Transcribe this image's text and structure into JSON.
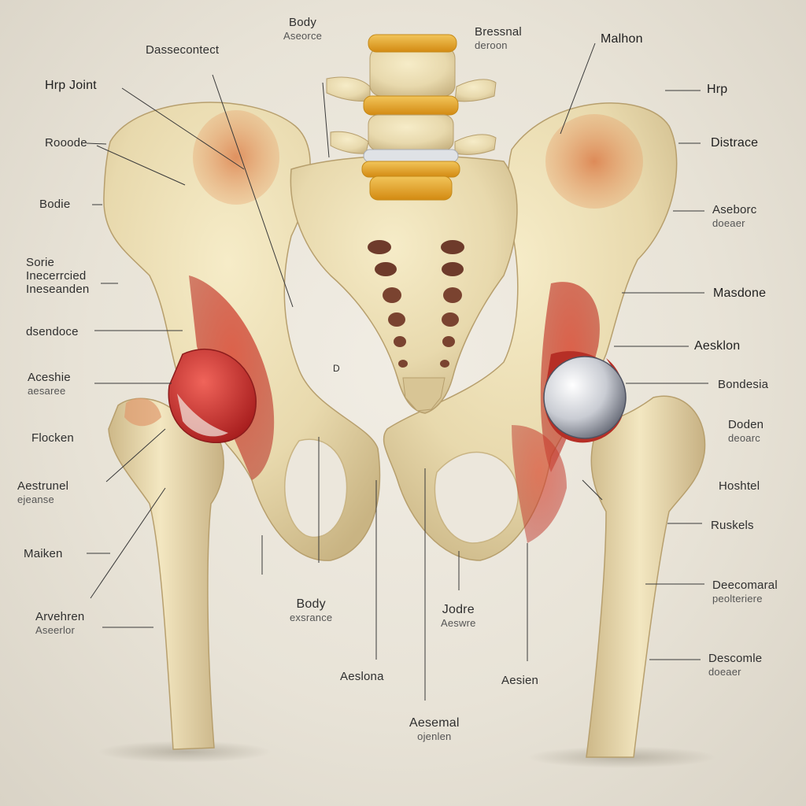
{
  "colors": {
    "bone": "#e7d9ad",
    "muscle": "#c8382c",
    "disc": "#e5a21a",
    "cartilage": "#d2d6dc"
  },
  "labels": {
    "body_top": "Body",
    "body_top_sub": "Aseorce",
    "dassecontect": "Dassecontect",
    "bressnal": "Bressnal",
    "bressnal_sub": "deroon",
    "malhon": "Malhon",
    "hrp_joint": "Hrp Joint",
    "hrp": "Hrp",
    "rooode": "Rooode",
    "distrace": "Distrace",
    "bodie": "Bodie",
    "aseborc": "Aseborc",
    "aseborc_sub": "doeaer",
    "sorie_1": "Sorie",
    "sorie_2": "Inecerrcied",
    "sorie_3": "Ineseanden",
    "masdone": "Masdone",
    "dsendoce": "dsendoce",
    "aesklon": "Aesklon",
    "aceshie": "Aceshie",
    "aceshie_sub": "aesaree",
    "bondesia": "Bondesia",
    "flocken": "Flocken",
    "doden": "Doden",
    "doden_sub": "deoarc",
    "aestrunel": "Aestrunel",
    "aestrunel_sub": "ejeanse",
    "hoshtel": "Hoshtel",
    "ruskels": "Ruskels",
    "maiken": "Maiken",
    "body_mid": "Body",
    "body_mid_sub": "exsrance",
    "jodre": "Jodre",
    "jodre_sub": "Aeswre",
    "arvehren": "Arvehren",
    "arvehren_sub": "Aseerlor",
    "deecomaral": "Deecomaral",
    "deecomaral_sub": "peolteriere",
    "aeslona": "Aeslona",
    "aesien": "Aesien",
    "descomle": "Descomle",
    "descomle_sub": "doeaer",
    "aesemal": "Aesemal",
    "aesemal_sub": "ojenlen",
    "d_mark": "D"
  }
}
